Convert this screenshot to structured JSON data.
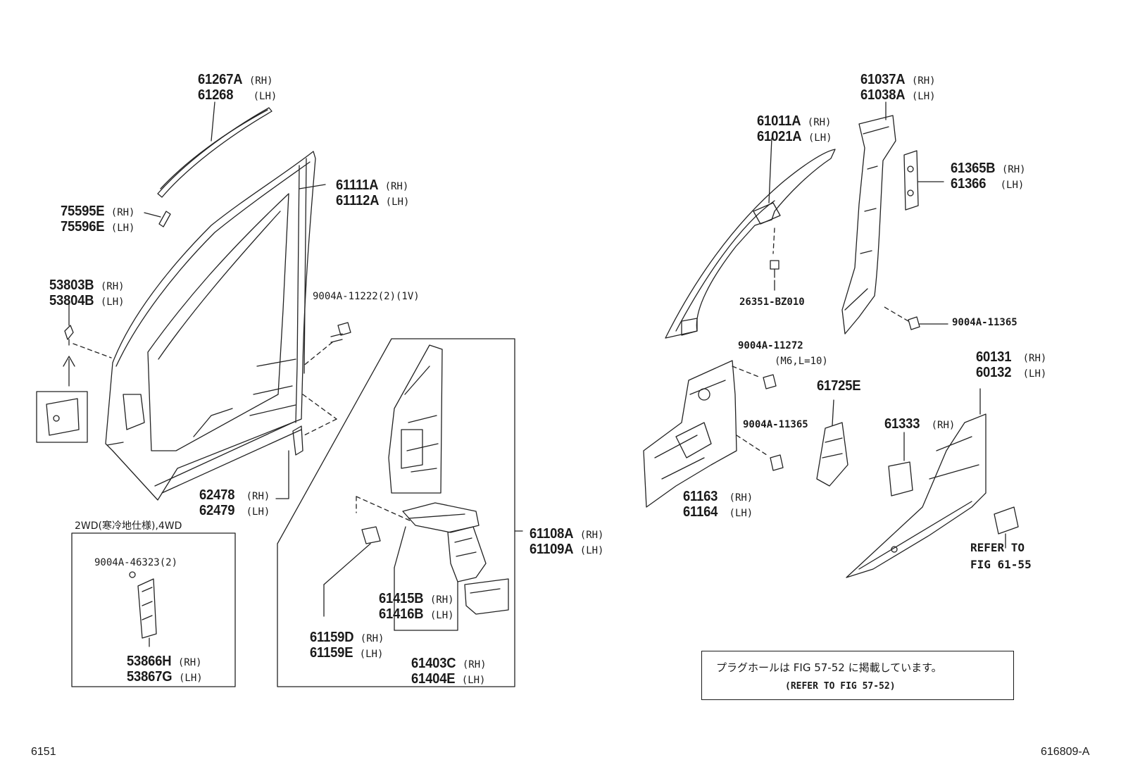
{
  "labels": {
    "p61267": {
      "part": "61267A",
      "side": "(RH)",
      "part2": "61268",
      "side2": "(LH)"
    },
    "p75595": {
      "part": "75595E",
      "side": "(RH)",
      "part2": "75596E",
      "side2": "(LH)"
    },
    "p61111": {
      "part": "61111A",
      "side": "(RH)",
      "part2": "61112A",
      "side2": "(LH)"
    },
    "p53803": {
      "part": "53803B",
      "side": "(RH)",
      "part2": "53804B",
      "side2": "(LH)"
    },
    "p9004_11222": "9004A-11222(2)(1V)",
    "p62478": {
      "part": "62478",
      "side": "(RH)",
      "part2": "62479",
      "side2": "(LH)"
    },
    "p2wd_note": "2WD(寒冷地仕様),4WD",
    "p9004_46323": "9004A-46323(2)",
    "p53866": {
      "part": "53866H",
      "side": "(RH)",
      "part2": "53867G",
      "side2": "(LH)"
    },
    "p61108": {
      "part": "61108A",
      "side": "(RH)",
      "part2": "61109A",
      "side2": "(LH)"
    },
    "p61415": {
      "part": "61415B",
      "side": "(RH)",
      "part2": "61416B",
      "side2": "(LH)"
    },
    "p61159": {
      "part": "61159D",
      "side": "(RH)",
      "part2": "61159E",
      "side2": "(LH)"
    },
    "p61403": {
      "part": "61403C",
      "side": "(RH)",
      "part2": "61404E",
      "side2": "(LH)"
    },
    "p61037": {
      "part": "61037A",
      "side": "(RH)",
      "part2": "61038A",
      "side2": "(LH)"
    },
    "p61011": {
      "part": "61011A",
      "side": "(RH)",
      "part2": "61021A",
      "side2": "(LH)"
    },
    "p61365": {
      "part": "61365B",
      "side": "(RH)",
      "part2": "61366",
      "side2": "(LH)"
    },
    "p26351": "26351-BZ010",
    "p9004_11365_top": "9004A-11365",
    "p9004_11272": "9004A-11272",
    "p9004_11272_sub": "(M6,L=10)",
    "p60131": {
      "part": "60131",
      "side": "(RH)",
      "part2": "60132",
      "side2": "(LH)"
    },
    "p61725": "61725E",
    "p9004_11365_mid": "9004A-11365",
    "p61333": {
      "part": "61333",
      "side": "(RH)"
    },
    "p61163": {
      "part": "61163",
      "side": "(RH)",
      "part2": "61164",
      "side2": "(LH)"
    },
    "refer1": "REFER TO",
    "refer2": "FIG 61-55"
  },
  "note": {
    "jp": "プラグホールは FIG 57-52 に掲載しています。",
    "en": "(REFER TO FIG 57-52)"
  },
  "footer": {
    "left": "6151",
    "right": "616809-A"
  }
}
